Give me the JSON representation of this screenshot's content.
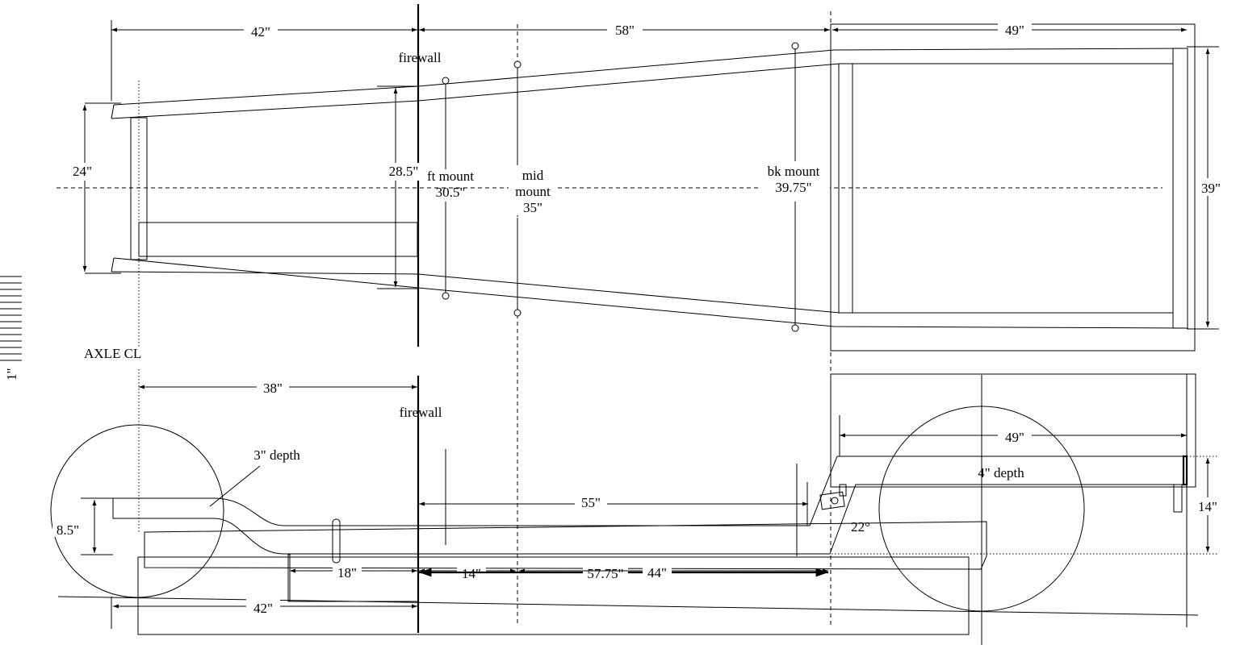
{
  "top_view": {
    "frame_length_front": "42\"",
    "frame_length_mid": "58\"",
    "frame_length_rear": "49\"",
    "firewall_label": "firewall",
    "front_width": "24\"",
    "firewall_width": "28.5\"",
    "front_mount_label": "ft mount",
    "front_mount_width": "30.5\"",
    "mid_mount_label_1": "mid",
    "mid_mount_label_2": "mount",
    "mid_mount_width": "35\"",
    "back_mount_label": "bk mount",
    "back_mount_width": "39.75\"",
    "rear_width": "39\""
  },
  "side_view": {
    "axle_label": "AXLE CL",
    "axle_to_firewall": "38\"",
    "firewall_label": "firewall",
    "front_depth": "3\" depth",
    "front_height": "8.5\"",
    "rear_length": "49\"",
    "rear_depth": "4\" depth",
    "rear_rise": "14\"",
    "kick_angle": "22°",
    "mid_length": "55\"",
    "dim_18": "18\"",
    "dim_14": "14\"",
    "dim_5775": "57.75\"",
    "dim_44": "44\"",
    "bottom_42": "42\""
  },
  "scale": {
    "label": "1\""
  }
}
